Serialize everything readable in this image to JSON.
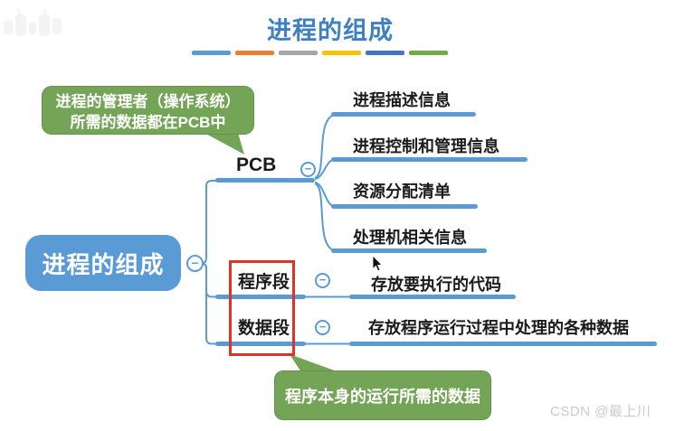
{
  "header": {
    "title": "进程的组成",
    "divider_colors": [
      "#5B9BD5",
      "#ED7D31",
      "#A5A5A5",
      "#FFC000",
      "#4472C4",
      "#70AD47"
    ]
  },
  "mindmap": {
    "root": {
      "label": "进程的组成"
    },
    "branches": [
      {
        "label": "PCB",
        "children": [
          {
            "label": "进程描述信息"
          },
          {
            "label": "进程控制和管理信息"
          },
          {
            "label": "资源分配清单"
          },
          {
            "label": "处理机相关信息"
          }
        ]
      },
      {
        "label": "程序段",
        "children": [
          {
            "label": "存放要执行的代码"
          }
        ]
      },
      {
        "label": "数据段",
        "children": [
          {
            "label": "存放程序运行过程中处理的各种数据"
          }
        ]
      }
    ],
    "collapse_icon": "−"
  },
  "callouts": {
    "pcb_note": {
      "line1": "进程的管理者（操作系统）",
      "line2": "所需的数据都在PCB中"
    },
    "data_note": {
      "text": "程序本身的运行所需的数据"
    }
  },
  "watermarks": {
    "csdn": "CSDN @最上川"
  },
  "colors": {
    "accent": "#5B9BD5",
    "callout_green": "#74A455",
    "highlight_red": "#DD3427",
    "title_blue": "#3E80C4",
    "watermark_gray": "#CBCBCB"
  }
}
